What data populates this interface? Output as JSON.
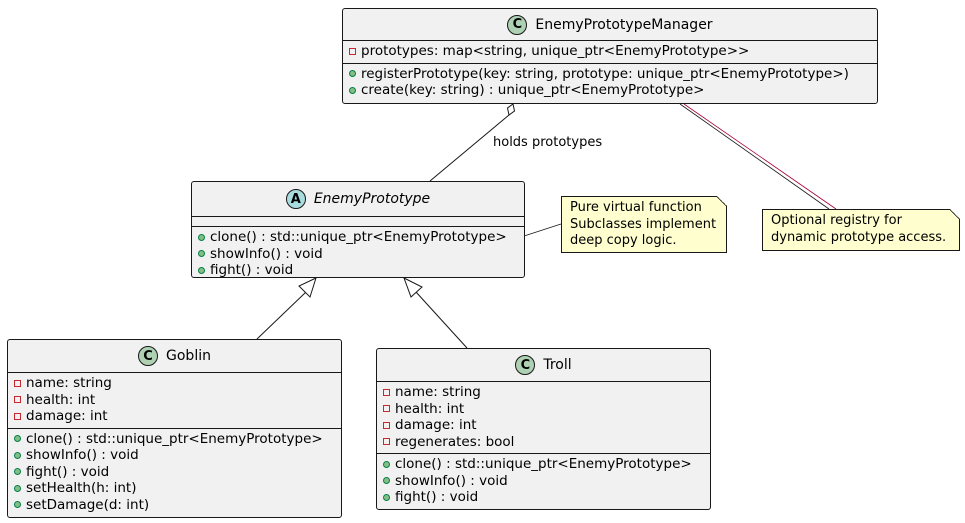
{
  "classes": {
    "manager": {
      "name": "EnemyPrototypeManager",
      "stereotype_badge": "C",
      "attributes": [
        "prototypes: map<string, unique_ptr<EnemyPrototype>>"
      ],
      "methods": [
        "registerPrototype(key: string, prototype: unique_ptr<EnemyPrototype>)",
        "create(key: string) : unique_ptr<EnemyPrototype>"
      ]
    },
    "prototype": {
      "name": "EnemyPrototype",
      "stereotype_badge": "A",
      "attributes": [],
      "methods": [
        "clone() : std::unique_ptr<EnemyPrototype>",
        "showInfo() : void",
        "fight() : void"
      ]
    },
    "goblin": {
      "name": "Goblin",
      "stereotype_badge": "C",
      "attributes": [
        "name: string",
        "health: int",
        "damage: int"
      ],
      "methods": [
        "clone() : std::unique_ptr<EnemyPrototype>",
        "showInfo() : void",
        "fight() : void",
        "setHealth(h: int)",
        "setDamage(d: int)"
      ]
    },
    "troll": {
      "name": "Troll",
      "stereotype_badge": "C",
      "attributes": [
        "name: string",
        "health: int",
        "damage: int",
        "regenerates: bool"
      ],
      "methods": [
        "clone() : std::unique_ptr<EnemyPrototype>",
        "showInfo() : void",
        "fight() : void"
      ]
    }
  },
  "relations": {
    "aggregation_label": "holds prototypes"
  },
  "notes": {
    "clone_note": [
      "Pure virtual function",
      "Subclasses implement",
      "deep copy logic."
    ],
    "registry_note": [
      "Optional registry for",
      "dynamic prototype access."
    ]
  },
  "colors": {
    "class_fill": "#f1f1f1",
    "class_border": "#181818",
    "class_badge": "#add1b2",
    "abstract_badge": "#a9dcdf",
    "note_fill": "#fefece",
    "note_link": "#a80036",
    "private_marker": "#c82930",
    "public_marker": "#84be84"
  }
}
